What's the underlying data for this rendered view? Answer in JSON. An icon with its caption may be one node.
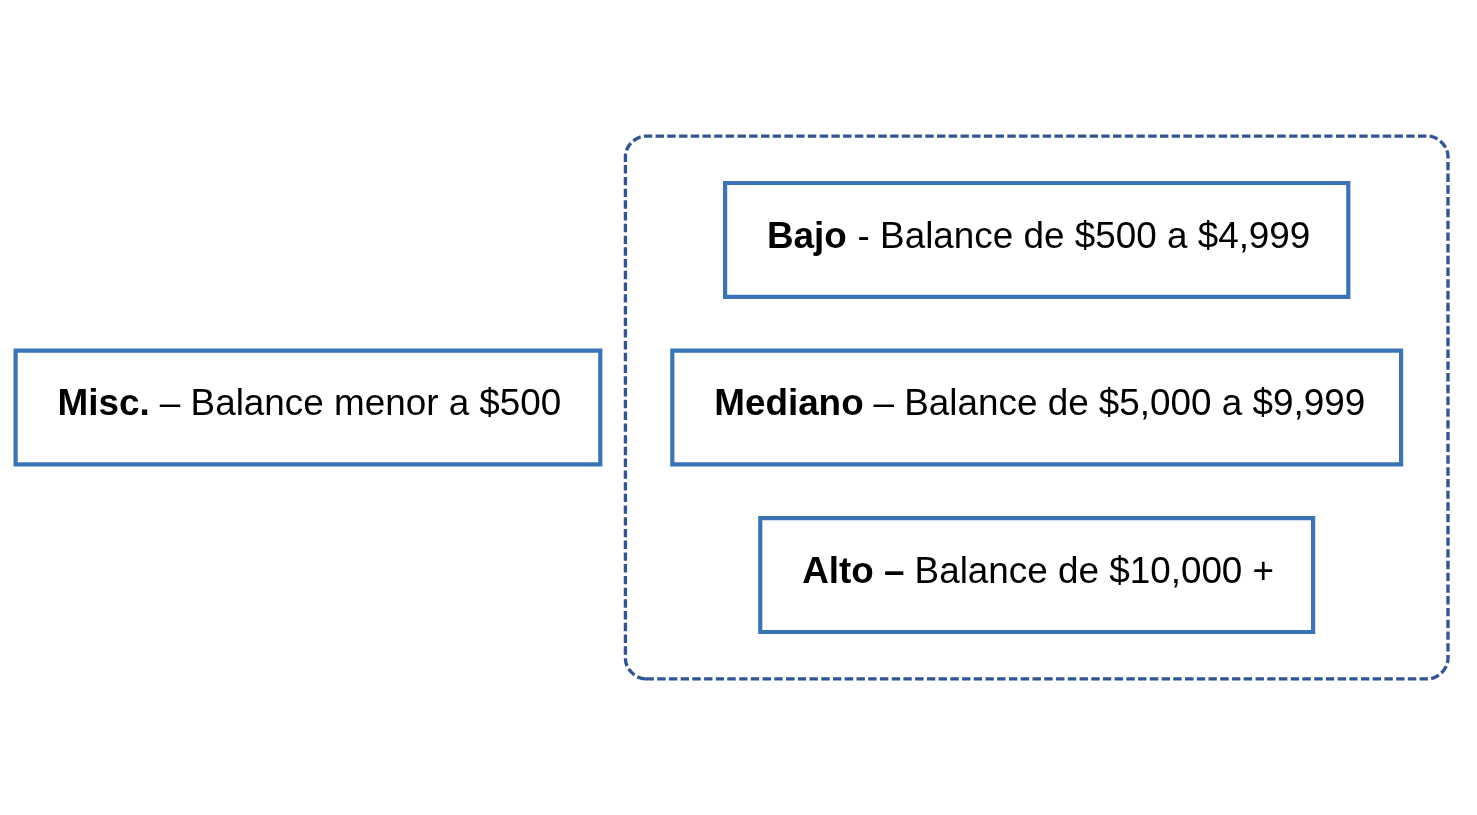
{
  "diagram": {
    "nodes": [
      {
        "text": [
          "**Misc.** – Balance menor a $500"
        ]
      },
      {
        "text": [],
        "shape": "box"
      },
      {
        "text": [
          "**Bajo** - Balance de $500 a $4,999"
        ],
        "in": 1
      },
      {
        "text": [
          "**Mediano** – Balance de $5,000 a $9,999"
        ],
        "in": 1
      },
      {
        "text": [
          "**Alto –** Balance de $10,000 +"
        ],
        "in": 1
      }
    ],
    "edges": []
  }
}
